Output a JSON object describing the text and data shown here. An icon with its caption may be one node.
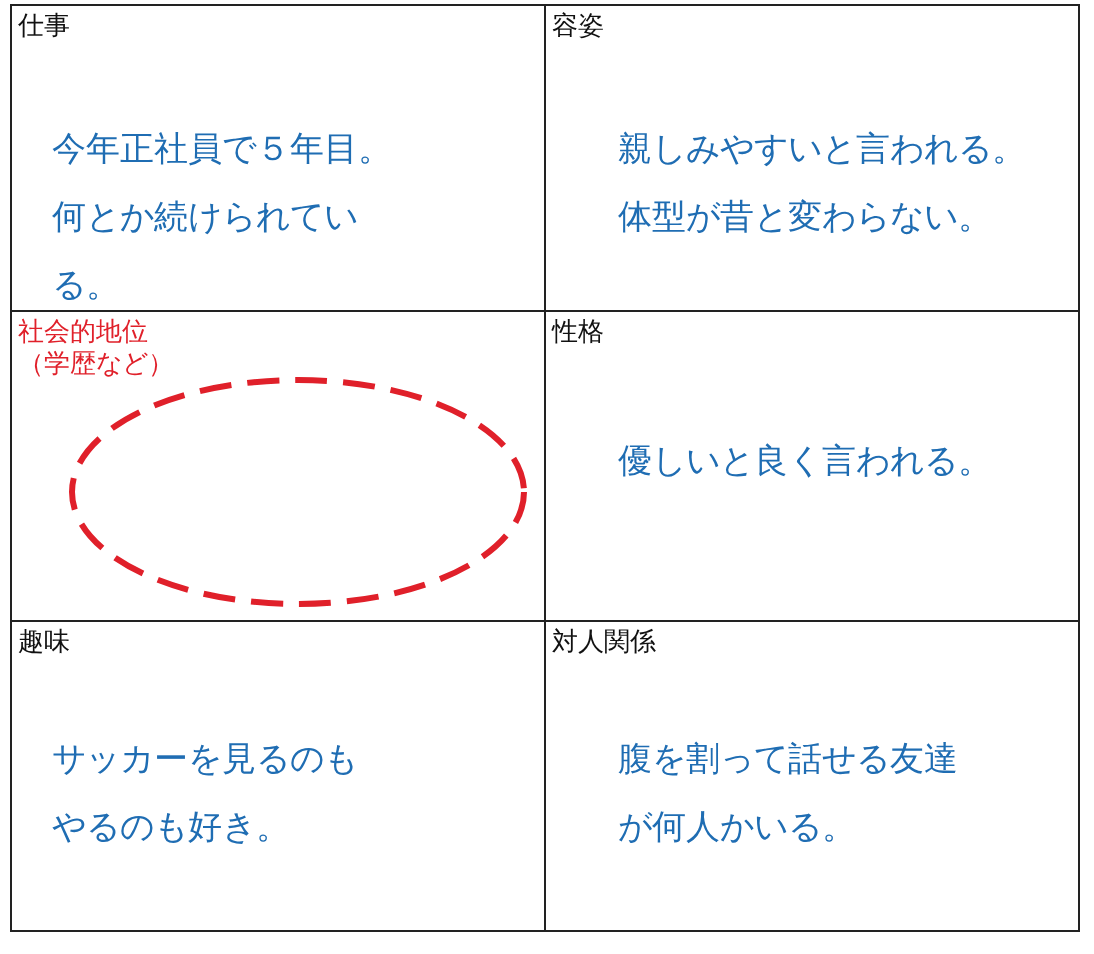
{
  "diagram": {
    "nodes": [
      {
        "text": [
          "仕事",
          "今年正社員で５年目。何とか続けられている。"
        ]
      },
      {
        "text": [
          "容姿",
          "親しみやすいと言われる。体型が昔と変わらない。"
        ]
      },
      {
        "text": [
          "社会的地位（学歴など）"
        ]
      },
      {
        "text": [
          "性格",
          "優しいと良く言われる。"
        ]
      },
      {
        "text": [
          "趣味",
          "サッカーを見るのもやるのも好き。"
        ]
      },
      {
        "text": [
          "対人関係",
          "腹を割って話せる友達が何人かいる。"
        ]
      },
      {
        "text": [],
        "shape": "ellipse",
        "in": 2
      }
    ]
  }
}
